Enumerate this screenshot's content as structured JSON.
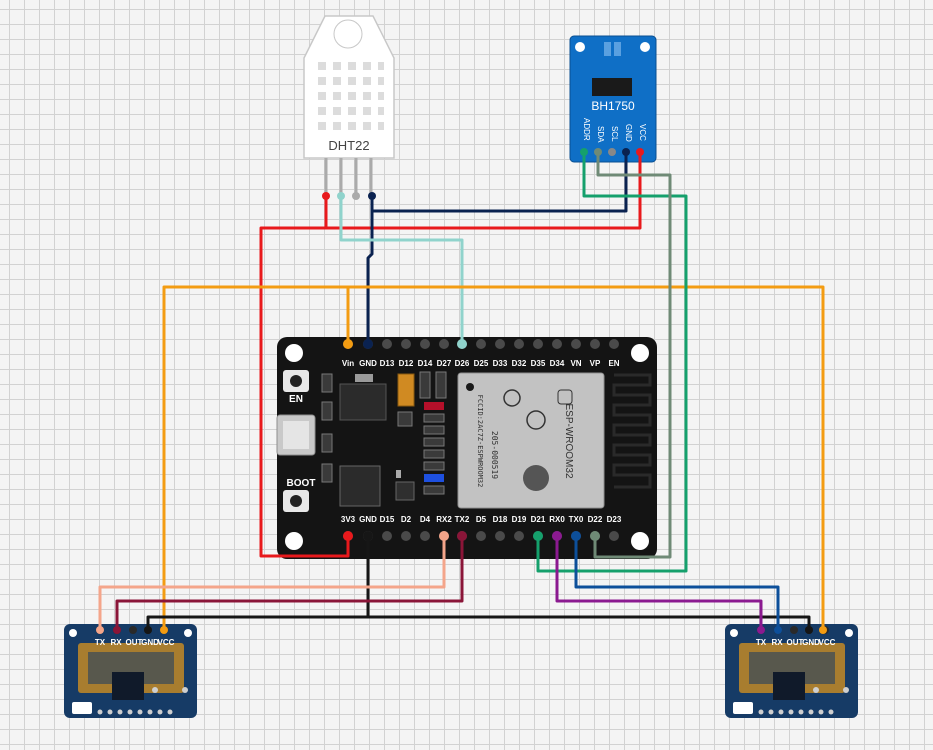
{
  "dht22": {
    "label": "DHT22"
  },
  "bh1750": {
    "label": "BH1750",
    "pins": [
      "ADDR",
      "SDA",
      "SCL",
      "GND",
      "VCC"
    ]
  },
  "esp32": {
    "top_pins": [
      "Vin",
      "GND",
      "D13",
      "D12",
      "D14",
      "D27",
      "D26",
      "D25",
      "D33",
      "D32",
      "D35",
      "D34",
      "VN",
      "VP",
      "EN"
    ],
    "bottom_pins": [
      "3V3",
      "GND",
      "D15",
      "D2",
      "D4",
      "RX2",
      "TX2",
      "D5",
      "D18",
      "D19",
      "D21",
      "RX0",
      "TX0",
      "D22",
      "D23"
    ],
    "en_label": "EN",
    "boot_label": "BOOT",
    "module_name": "ESP-WROOM32",
    "module_fcc": "FCCID:2AC7Z-ESPWROOM32",
    "module_cert": "205-000519"
  },
  "sensor_left": {
    "pins": [
      "TX",
      "RX",
      "OUT",
      "GND",
      "VCC"
    ]
  },
  "sensor_right": {
    "pins": [
      "TX",
      "RX",
      "OUT",
      "GND",
      "VCC"
    ]
  },
  "colors": {
    "wire_red": "#e8191c",
    "wire_black": "#161616",
    "wire_navy": "#0a2250",
    "wire_cyan": "#90d3cc",
    "wire_orange": "#f39c12",
    "wire_salmon": "#f4a58a",
    "wire_maroon": "#8a1538",
    "wire_green": "#15a06c",
    "wire_grey": "#6f8a76",
    "wire_purple": "#8b1a90",
    "wire_blue": "#0d4f9a",
    "board_black": "#141414",
    "board_blue": "#0f6fc6",
    "radar_navy": "#163b66"
  }
}
